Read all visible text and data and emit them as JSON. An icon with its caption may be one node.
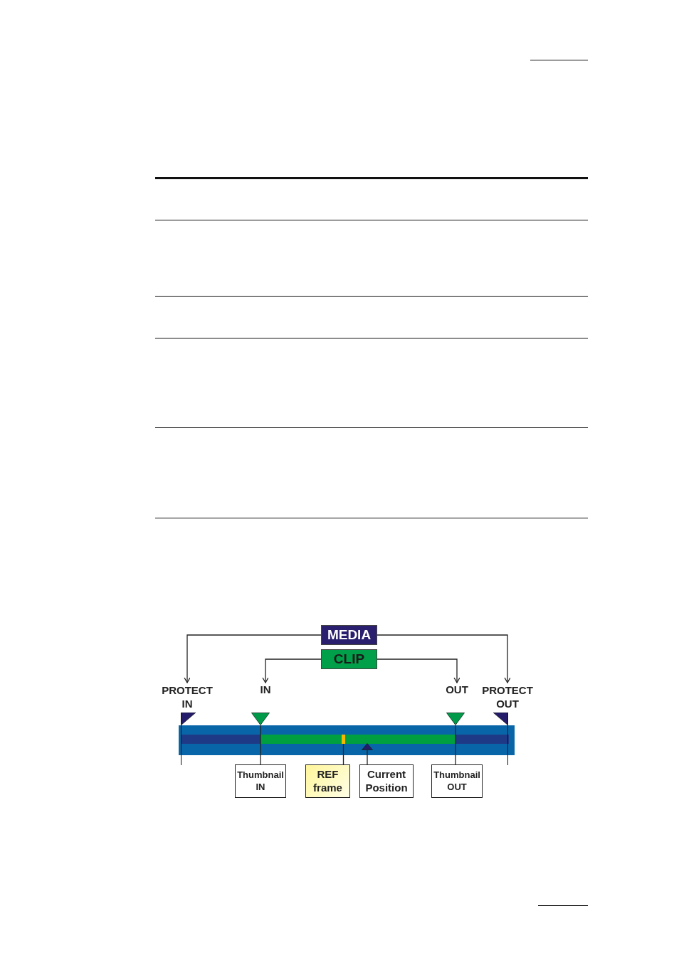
{
  "diagram": {
    "nodes": [
      {
        "text": [
          "MEDIA"
        ]
      },
      {
        "text": [
          "CLIP"
        ]
      },
      {
        "text": [
          "PROTECT IN"
        ]
      },
      {
        "text": [
          "IN"
        ]
      },
      {
        "text": [
          "OUT"
        ]
      },
      {
        "text": [
          "PROTECT OUT"
        ]
      },
      {
        "text": [],
        "shape": "flag"
      },
      {
        "text": [],
        "shape": "triangle"
      },
      {
        "text": [],
        "shape": "triangle"
      },
      {
        "text": [],
        "shape": "flag"
      },
      {
        "text": [],
        "shape": "bar"
      },
      {
        "text": [],
        "shape": "bar",
        "in": 10
      },
      {
        "text": [],
        "shape": "triangle",
        "in": 10
      },
      {
        "text": [
          "Thumbnail IN"
        ]
      },
      {
        "text": [
          "REF frame"
        ]
      },
      {
        "text": [
          "Current Position"
        ]
      },
      {
        "text": [
          "Thumbnail OUT"
        ]
      }
    ],
    "edges": [
      {
        "from": 0,
        "to": 2,
        "arrow": "to"
      },
      {
        "from": 0,
        "to": 5,
        "arrow": "to"
      },
      {
        "from": 1,
        "to": 3,
        "arrow": "to"
      },
      {
        "from": 1,
        "to": 4,
        "arrow": "to"
      },
      {
        "from": 13,
        "to": 7,
        "arrow": "none"
      },
      {
        "from": 14,
        "to": 11,
        "arrow": "none"
      },
      {
        "from": 15,
        "to": 12,
        "arrow": "none"
      },
      {
        "from": 16,
        "to": 8,
        "arrow": "none"
      }
    ]
  }
}
